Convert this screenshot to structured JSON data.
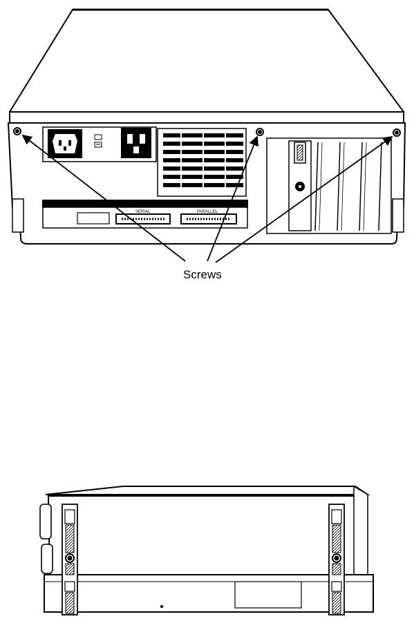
{
  "figure": {
    "callout_label": "Screws",
    "port_labels": {
      "serial": "SERIAL",
      "parallel": "PARALLEL"
    }
  },
  "colors": {
    "ink": "#000000",
    "paper": "#ffffff",
    "shade": "#3a3a3a"
  }
}
